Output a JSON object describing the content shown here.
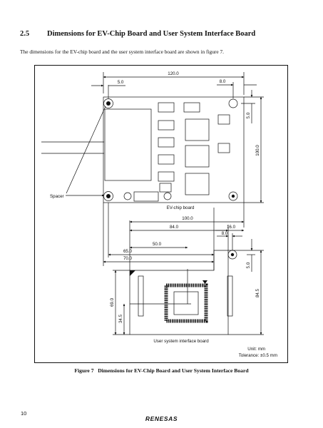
{
  "section": {
    "number": "2.5",
    "title": "Dimensions for EV-Chip Board and User System Interface Board"
  },
  "intro": "The dimensions for the EV-chip board and the user system interface board are shown in figure 7.",
  "figure": {
    "dims": {
      "d120": "120.0",
      "d5_top": "5.0",
      "d8_top": "8.0",
      "d5_side": "5.0",
      "d100_v": "100.0",
      "d100_h": "100.0",
      "d84_h": "84.0",
      "d16": "16.0",
      "d8_mid": "8.0",
      "d50": "50.0",
      "d65": "65.0",
      "d70": "70.0",
      "d5_low": "5.0",
      "d84_v": "84.5",
      "d69": "69.0",
      "d34": "34.5"
    },
    "labels": {
      "spacer": "Spacer",
      "ev_board": "EV-chip board",
      "user_board": "User system interface board",
      "unit": "Unit: mm",
      "tolerance": "Tolerance: ±0.5 mm"
    },
    "caption_num": "Figure 7",
    "caption_title": "Dimensions for EV-Chip Board and User System Interface Board"
  },
  "page_number": "10",
  "logo": "RENESAS"
}
